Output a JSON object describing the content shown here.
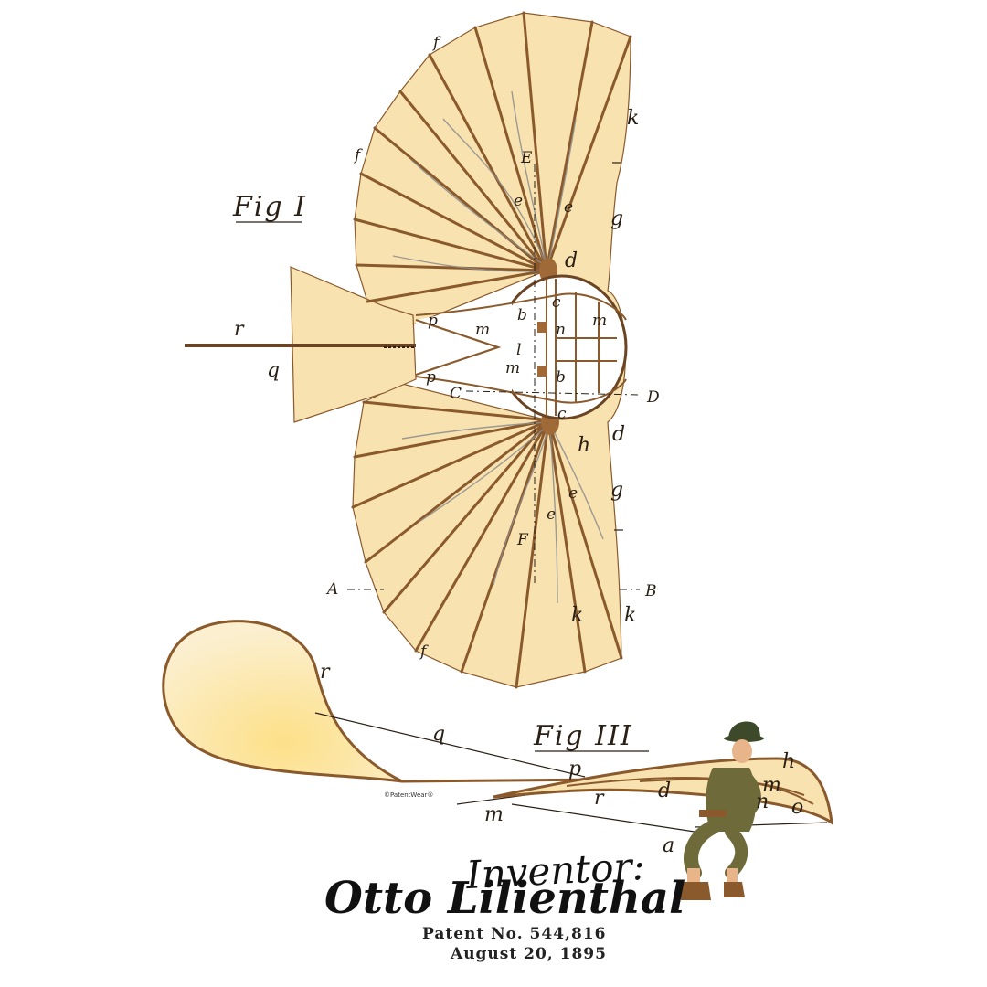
{
  "figures": {
    "fig1_title": "Fig I",
    "fig3_title": "Fig III"
  },
  "labels": {
    "f": "f",
    "k": "k",
    "E": "E",
    "e": "e",
    "g": "g",
    "d": "d",
    "c": "c",
    "b": "b",
    "m": "m",
    "n": "n",
    "l": "l",
    "p": "p",
    "r": "r",
    "q": "q",
    "C": "C",
    "D": "D",
    "h": "h",
    "F": "F",
    "A": "A",
    "B": "B",
    "o": "o",
    "a": "a"
  },
  "copyright": "©PatentWear®",
  "inventor": {
    "heading": "Inventor:",
    "name": "Otto Lilienthal"
  },
  "patent": {
    "number": "Patent No. 544,816",
    "date": "August 20, 1895"
  },
  "colors": {
    "canvas": "#f8e2b0",
    "wood": "#8a5a2c",
    "ink": "#2a1f14",
    "bag": "#fbe3a2"
  }
}
